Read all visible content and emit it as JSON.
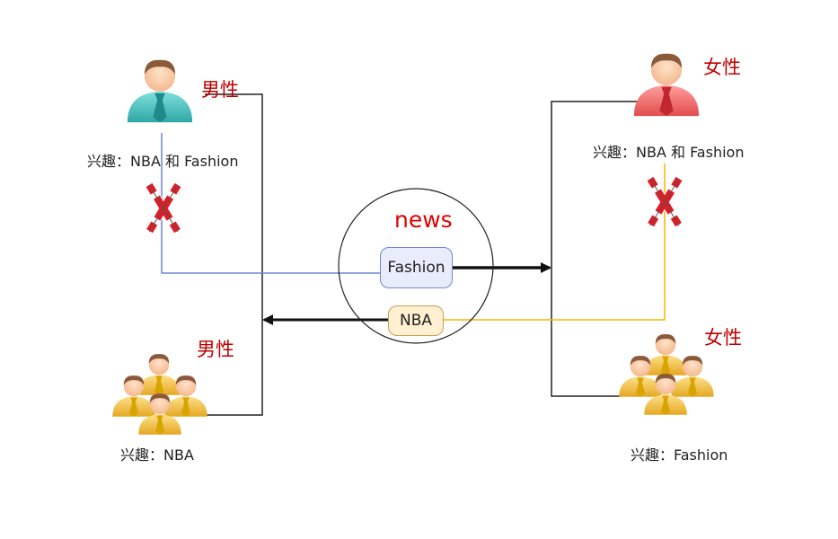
{
  "center": {
    "title": "news"
  },
  "tags": {
    "fashion": "Fashion",
    "nba": "NBA"
  },
  "groups": {
    "top_left": {
      "gender": "男性",
      "interest": "兴趣：NBA 和 Fashion"
    },
    "bottom_left": {
      "gender": "男性",
      "interest": "兴趣：NBA"
    },
    "top_right": {
      "gender": "女性",
      "interest": "兴趣：NBA 和 Fashion"
    },
    "bottom_right": {
      "gender": "女性",
      "interest": "兴趣：Fashion"
    }
  },
  "colors": {
    "male_single": "#4fc6c6",
    "female_single": "#f06b6b",
    "group_body": "#f4c542",
    "fashion_line": "#6f86d6",
    "nba_line": "#ffb400",
    "gender_text": "#c00000",
    "title_text": "#e00000",
    "block_mark": "#e01b24"
  }
}
